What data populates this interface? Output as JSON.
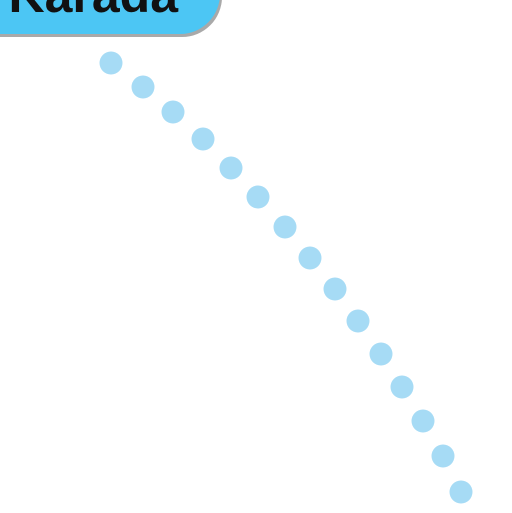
{
  "title": {
    "text": "Karada"
  },
  "colors": {
    "accent": "#4cc6f4",
    "dot": "#a6dbf5"
  },
  "dotted_path": {
    "icon": "dotted-route",
    "dot_count": 15
  }
}
